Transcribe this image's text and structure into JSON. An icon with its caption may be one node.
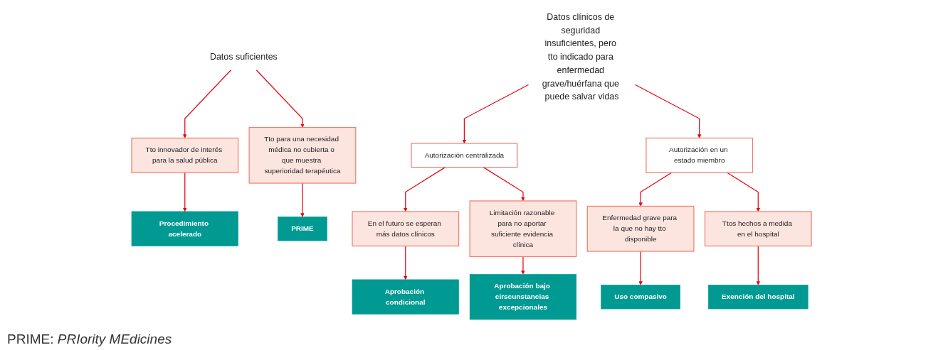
{
  "diagram": {
    "nodes": [
      {
        "text": [
          "Datos suficientes"
        ]
      },
      {
        "text": [
          "Tto innovador de interés para la salud pública"
        ]
      },
      {
        "text": [
          "Tto para una necesidad médica no cubierta o que muestra superioridad terapéutica"
        ]
      },
      {
        "text": [
          "Procedimiento acelerado"
        ]
      },
      {
        "text": [
          "PRIME"
        ]
      },
      {
        "text": [
          "Datos clínicos de seguridad insuficientes, pero tto indicado para enfermedad grave/huérfana que puede salvar vidas"
        ]
      },
      {
        "text": [
          "Autorización centralizada"
        ]
      },
      {
        "text": [
          "Autorización en un estado miembro"
        ]
      },
      {
        "text": [
          "En el futuro se esperan más datos clínicos"
        ]
      },
      {
        "text": [
          "Limitación razonable para no aportar suficiente evidencia clínica"
        ]
      },
      {
        "text": [
          "Enfermedad grave para la que no hay tto disponible"
        ]
      },
      {
        "text": [
          "Ttos hechos a medida en el hospital"
        ]
      },
      {
        "text": [
          "Aprobación condicional"
        ]
      },
      {
        "text": [
          "Aprobación bajo cirscunstancias excepcionales"
        ]
      },
      {
        "text": [
          "Uso compasivo"
        ]
      },
      {
        "text": [
          "Exención del hospital"
        ]
      }
    ],
    "edges": [
      {
        "from": 0,
        "to": 1,
        "arrow": "to"
      },
      {
        "from": 0,
        "to": 2,
        "arrow": "to"
      },
      {
        "from": 1,
        "to": 3,
        "arrow": "to"
      },
      {
        "from": 2,
        "to": 4,
        "arrow": "to"
      },
      {
        "from": 5,
        "to": 6,
        "arrow": "to"
      },
      {
        "from": 5,
        "to": 7,
        "arrow": "to"
      },
      {
        "from": 6,
        "to": 8,
        "arrow": "to"
      },
      {
        "from": 6,
        "to": 9,
        "arrow": "to"
      },
      {
        "from": 7,
        "to": 10,
        "arrow": "to"
      },
      {
        "from": 7,
        "to": 11,
        "arrow": "to"
      },
      {
        "from": 8,
        "to": 12,
        "arrow": "to"
      },
      {
        "from": 9,
        "to": 13,
        "arrow": "to"
      },
      {
        "from": 10,
        "to": 14,
        "arrow": "to"
      },
      {
        "from": 11,
        "to": 15,
        "arrow": "to"
      }
    ],
    "labels": [
      "PRIME: *PRIority MEdicines*"
    ]
  }
}
